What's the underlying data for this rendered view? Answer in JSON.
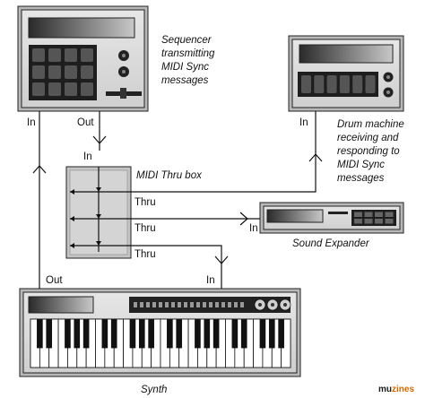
{
  "devices": {
    "sequencer": {
      "caption": [
        "Sequencer",
        "transmitting",
        "MIDI Sync",
        "messages"
      ],
      "port_in": "In",
      "port_out": "Out"
    },
    "drum_machine": {
      "caption": [
        "Drum machine",
        "receiving and",
        "responding to",
        "MIDI Sync",
        "messages"
      ],
      "port_in": "In"
    },
    "thru_box": {
      "caption": "MIDI Thru box",
      "port_in": "In",
      "thru_labels": [
        "Thru",
        "Thru",
        "Thru"
      ]
    },
    "sound_expander": {
      "caption": "Sound Expander",
      "port_in": "In"
    },
    "synth": {
      "caption": "Synth",
      "port_in": "In",
      "port_out": "Out"
    }
  },
  "watermark": {
    "part1": "mu",
    "part2": "zines"
  }
}
